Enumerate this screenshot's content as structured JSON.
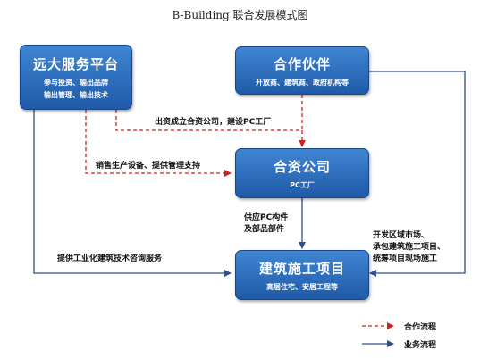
{
  "title": "B-Building 联合发展模式图",
  "boxes": {
    "yuanda": {
      "name": "远大服务平台",
      "sub1": "参与投资、输出品牌",
      "sub2": "输出管理、输出技术"
    },
    "partner": {
      "name": "合作伙伴",
      "sub": "开放商、建筑商、政府机构等"
    },
    "jv": {
      "name": "合资公司",
      "sub": "PC工厂"
    },
    "project": {
      "name": "建筑施工项目",
      "sub": "高层住宅、安居工程等"
    }
  },
  "labels": {
    "invest": "出资成立合资公司，建设PC工厂",
    "sell": "销售生产设备、提供管理支持",
    "supply1": "供应PC构件",
    "supply2": "及部品部件",
    "consult": "提供工业化建筑技术咨询服务",
    "right1": "开发区域市场、",
    "right2": "承包建筑施工项目、",
    "right3": "统筹项目现场施工"
  },
  "legend": {
    "cooperation": "合作流程",
    "business": "业务流程"
  },
  "colors": {
    "cooperation": "#d42020",
    "business": "#2d4f8c",
    "box_top": "#3f86d3",
    "box_bottom": "#1f5aa8"
  }
}
